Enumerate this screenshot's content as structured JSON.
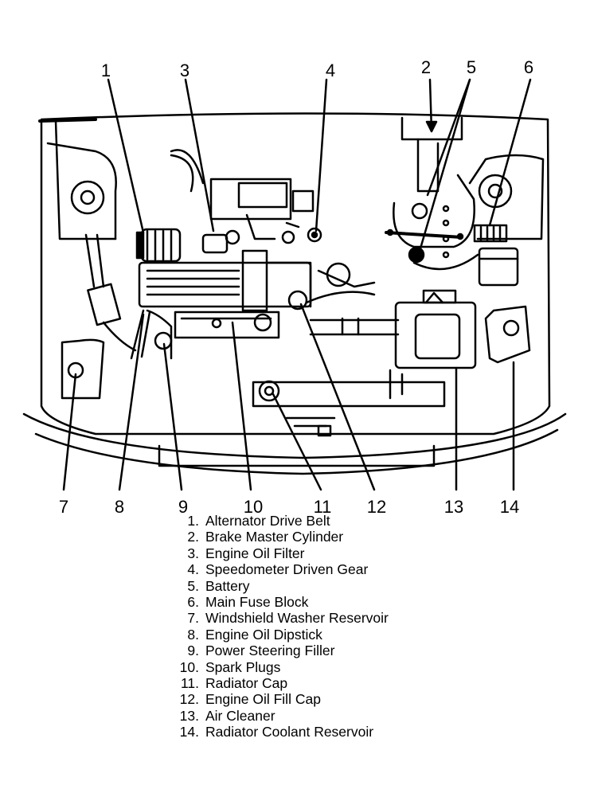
{
  "callouts": [
    "1",
    "2",
    "3",
    "4",
    "5",
    "6",
    "7",
    "8",
    "9",
    "10",
    "11",
    "12",
    "13",
    "14"
  ],
  "legend": [
    {
      "num": "1.",
      "label": "Alternator Drive Belt"
    },
    {
      "num": "2.",
      "label": "Brake Master Cylinder"
    },
    {
      "num": "3.",
      "label": "Engine Oil Filter"
    },
    {
      "num": "4.",
      "label": "Speedometer Driven Gear"
    },
    {
      "num": "5.",
      "label": "Battery"
    },
    {
      "num": "6.",
      "label": "Main Fuse Block"
    },
    {
      "num": "7.",
      "label": "Windshield Washer Reservoir"
    },
    {
      "num": "8.",
      "label": "Engine Oil Dipstick"
    },
    {
      "num": "9.",
      "label": "Power Steering Filler"
    },
    {
      "num": "10.",
      "label": "Spark Plugs"
    },
    {
      "num": "11.",
      "label": "Radiator Cap"
    },
    {
      "num": "12.",
      "label": "Engine Oil Fill Cap"
    },
    {
      "num": "13.",
      "label": "Air Cleaner"
    },
    {
      "num": "14.",
      "label": "Radiator Coolant Reservoir"
    }
  ]
}
